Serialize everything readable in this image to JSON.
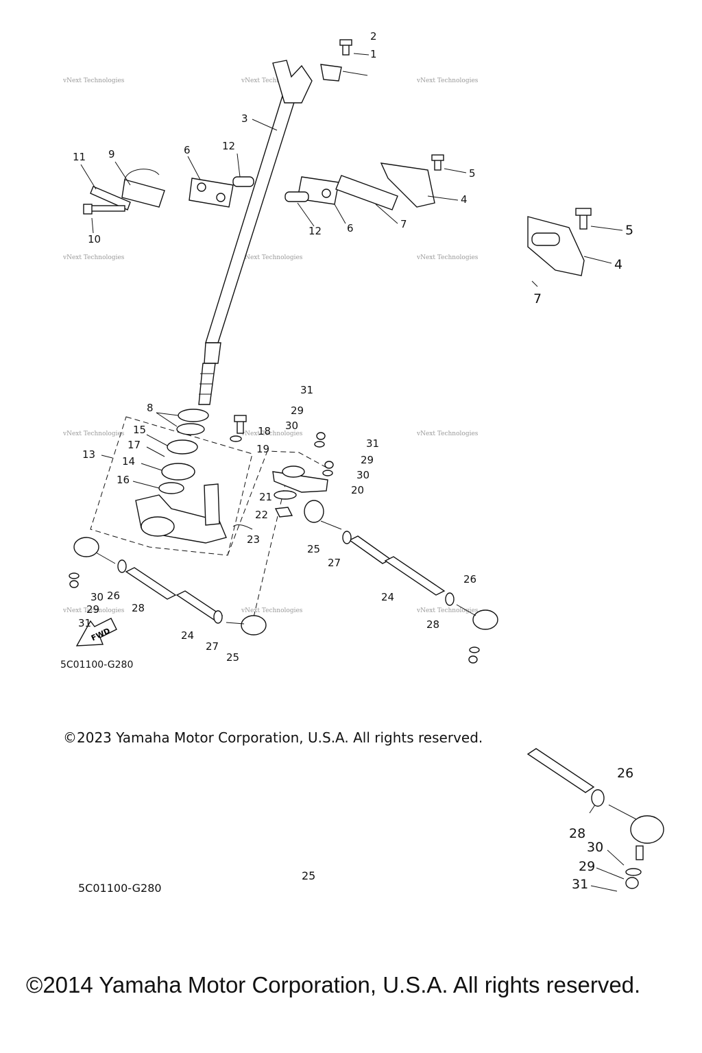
{
  "diagram": {
    "part_labels": [
      "1",
      "2",
      "3",
      "4",
      "5",
      "6",
      "6",
      "7",
      "8",
      "9",
      "10",
      "11",
      "12",
      "12",
      "13",
      "14",
      "15",
      "16",
      "17",
      "18",
      "19",
      "20",
      "21",
      "22",
      "23",
      "24",
      "24",
      "25",
      "25",
      "26",
      "26",
      "27",
      "27",
      "28",
      "28",
      "29",
      "29",
      "29",
      "30",
      "30",
      "30",
      "31",
      "31",
      "31"
    ],
    "inset_top_labels": [
      "5",
      "4",
      "7"
    ],
    "inset_bottom_labels": [
      "26",
      "28",
      "30",
      "29",
      "31"
    ],
    "fwd_label": "FWD",
    "watermark": "vNext Technologies",
    "code_main": "5C01100-G280",
    "code_inset": "5C01100-G280",
    "page_fragment": "25",
    "copyright_2023": "©2023 Yamaha Motor Corporation, U.S.A. All rights reserved.",
    "copyright_2014": "©2014 Yamaha Motor Corporation, U.S.A. All rights reserved."
  }
}
